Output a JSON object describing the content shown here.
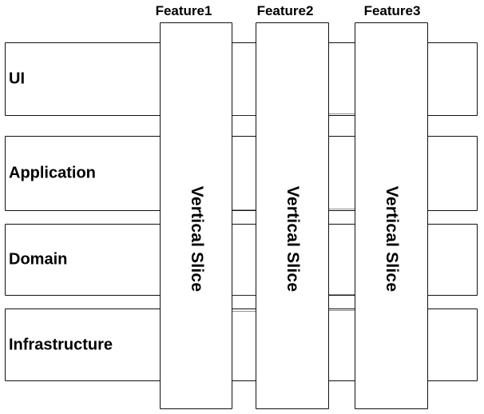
{
  "features": [
    {
      "label": "Feature1"
    },
    {
      "label": "Feature2"
    },
    {
      "label": "Feature3"
    }
  ],
  "layers": [
    {
      "label": "UI"
    },
    {
      "label": "Application"
    },
    {
      "label": "Domain"
    },
    {
      "label": "Infrastructure"
    }
  ],
  "slices": [
    {
      "label": "Vertical Slice"
    },
    {
      "label": "Vertical Slice"
    },
    {
      "label": "Vertical Slice"
    }
  ]
}
